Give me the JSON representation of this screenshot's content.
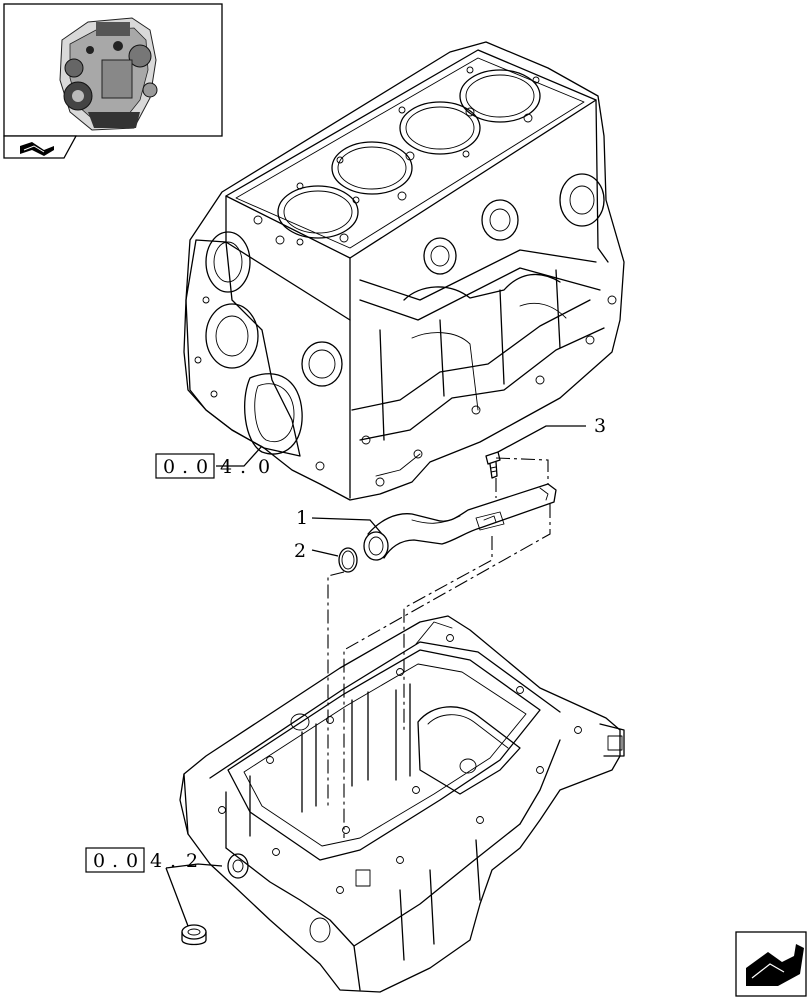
{
  "callouts": {
    "c1": "1",
    "c2": "2",
    "c3": "3"
  },
  "refs": {
    "ref_top": {
      "d1": "0",
      "d2": ".",
      "d3": "0",
      "d4": "4",
      "d5": ".",
      "d6": "0"
    },
    "ref_bottom": {
      "d1": "0",
      "d2": ".",
      "d3": "0",
      "d4": "4",
      "d5": ".",
      "d6": "2"
    }
  },
  "icons": {
    "thumbnail": "engine-thumbnail",
    "top_nav": "book-arrow-icon",
    "bottom_nav": "next-page-arrow-icon"
  }
}
